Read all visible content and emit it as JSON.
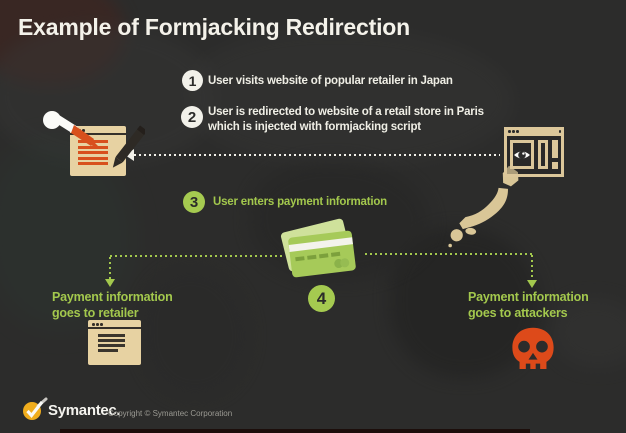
{
  "title": "Example of Formjacking Redirection",
  "steps": [
    {
      "number": "1",
      "text": "User visits website of popular retailer in Japan"
    },
    {
      "number": "2",
      "text": "User is redirected to website of a retail store in Paris which is injected with formjacking script"
    },
    {
      "number": "3",
      "text": "User enters payment information"
    },
    {
      "number": "4",
      "text": ""
    }
  ],
  "outcomes": {
    "retailer": "Payment information goes to retailer",
    "attackers": "Payment information goes to attackers"
  },
  "footer": {
    "brand": "Symantec.",
    "copyright": "Copyright © Symantec Corporation"
  },
  "icons": {
    "left": "injected-website-with-syringe-and-pencil",
    "right": "retailer-website-with-eye",
    "center": "credit-cards",
    "bottom_left": "retailer-browser",
    "bottom_right": "attacker-skull",
    "map_highlight": "japan"
  },
  "colors": {
    "background": "#2c2c2b",
    "accent_green": "#a3c84d",
    "accent_orange": "#d8501d",
    "tan": "#e7d2a2",
    "white": "#f2f1ea",
    "brand_yellow": "#f0ad1d"
  }
}
